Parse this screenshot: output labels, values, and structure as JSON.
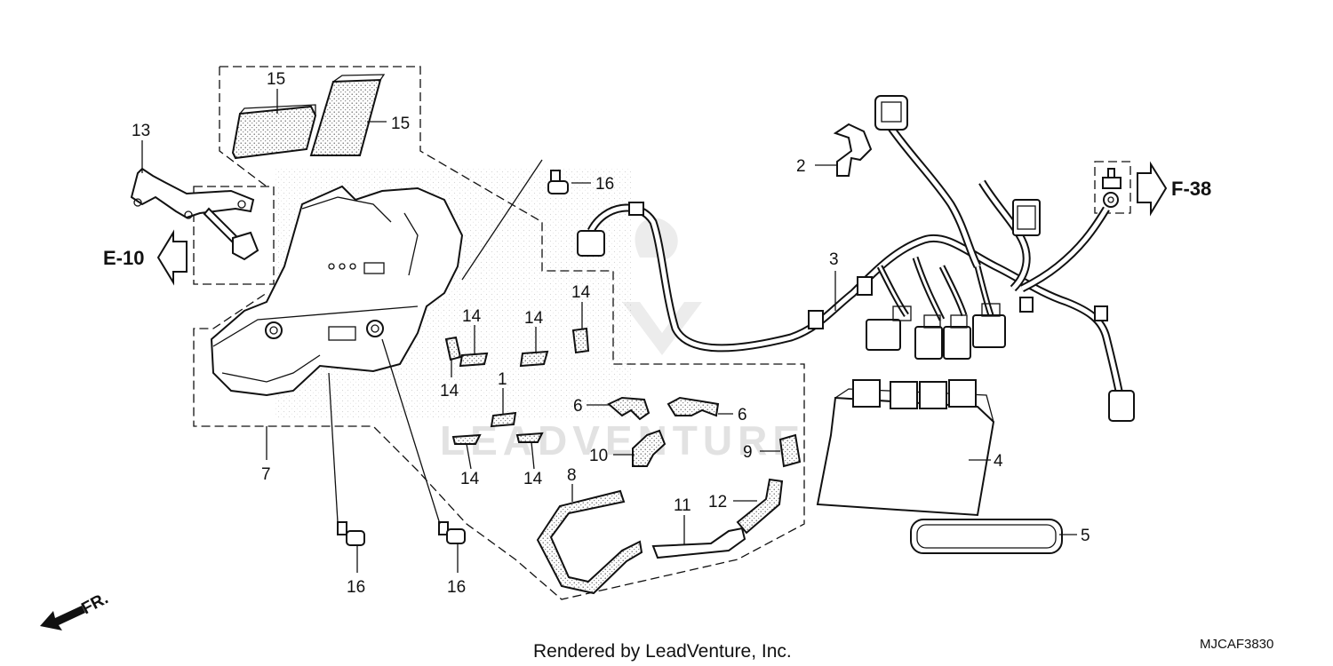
{
  "callouts": {
    "c1": "1",
    "c2": "2",
    "c3": "3",
    "c4": "4",
    "c5": "5",
    "c6a": "6",
    "c6b": "6",
    "c7": "7",
    "c8": "8",
    "c9": "9",
    "c10": "10",
    "c11": "11",
    "c12": "12",
    "c13": "13",
    "c14a": "14",
    "c14b": "14",
    "c14c": "14",
    "c14d": "14",
    "c14e": "14",
    "c14f": "14",
    "c15a": "15",
    "c15b": "15",
    "c16a": "16",
    "c16b": "16",
    "c16c": "16"
  },
  "references": {
    "e10": "E-10",
    "f38": "F-38"
  },
  "direction": {
    "front": "FR."
  },
  "footer": {
    "credit": "Rendered by LeadVenture, Inc.",
    "diagram_code": "MJCAF3830"
  },
  "watermark": {
    "text": "LEADVENTURE"
  }
}
